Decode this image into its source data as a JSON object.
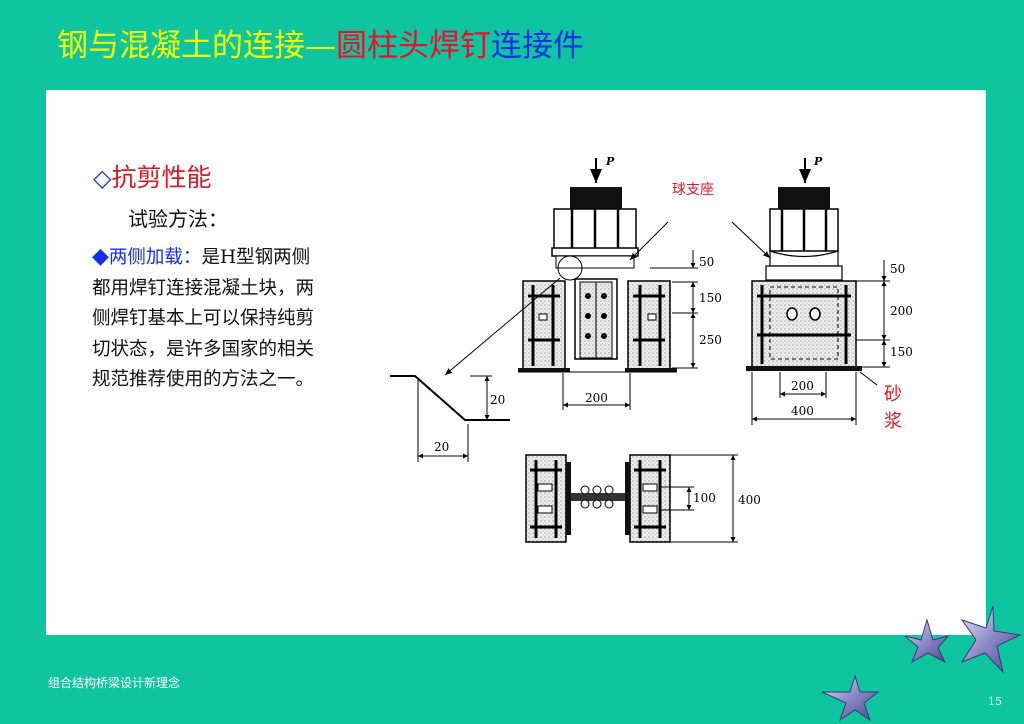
{
  "slide": {
    "title_part1": "钢与混凝土的连接—",
    "title_part2": "圆柱头焊钉",
    "title_part3": "连接件",
    "section_marker": "◇",
    "section_heading": "抗剪性能",
    "subheading": "试验方法：",
    "bullet_marker": "◆",
    "bullet_label": "两侧加载：",
    "bullet_text": "是H型钢两侧都用焊钉连接混凝土块，两侧焊钉基本上可以保持纯剪切状态，是许多国家的相关规范推荐使用的方法之一。",
    "footer": "组合结构桥梁设计新理念",
    "page_number": "15"
  },
  "diagram": {
    "load_label_1": "P",
    "load_label_2": "P",
    "ball_support_label": "球支座",
    "mortar_label_1": "砂",
    "mortar_label_2": "浆",
    "dim_left_50": "50",
    "dim_left_150": "150",
    "dim_left_250": "250",
    "dim_left_200": "200",
    "dim_right_50": "50",
    "dim_right_200": "200",
    "dim_right_150": "150",
    "dim_right_bottom_200": "200",
    "dim_right_bottom_400": "400",
    "detail_dim_20_v": "20",
    "detail_dim_20_h": "20",
    "plan_dim_100": "100",
    "plan_dim_400": "400"
  },
  "colors": {
    "background": "#0fc5a0",
    "title_yellow": "#f4ff00",
    "title_red": "#e8112d",
    "title_blue": "#1530e6",
    "heading_red": "#e01525"
  }
}
